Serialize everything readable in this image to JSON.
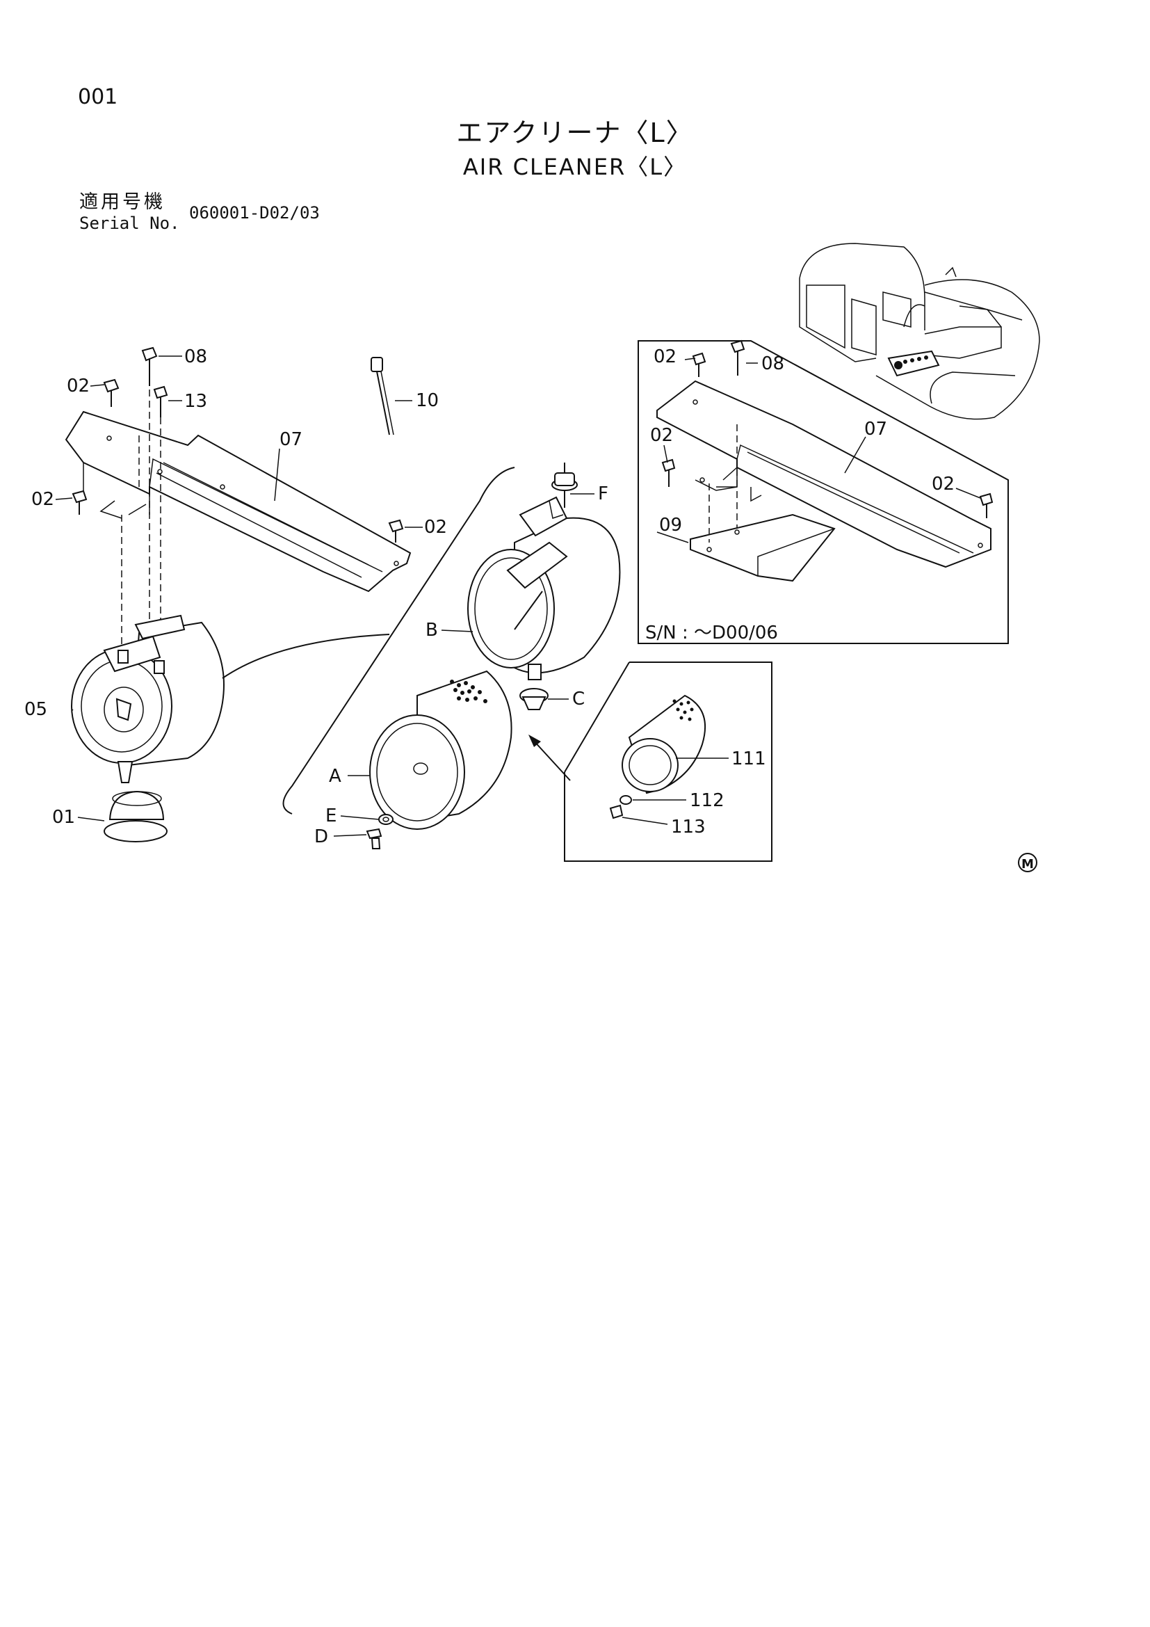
{
  "page_number": "001",
  "title_jp": "エアクリーナ〈L〉",
  "title_en": "AIR CLEANER〈L〉",
  "serial": {
    "label_jp": "適用号機",
    "label_en": "Serial No.",
    "value": "060001-D02/03"
  },
  "inset": {
    "serial_note": "S/N : ～D00/06"
  },
  "mark": "M",
  "labels": {
    "p01": "01",
    "p02": "02",
    "p05": "05",
    "p07": "07",
    "p08": "08",
    "p09": "09",
    "p10": "10",
    "p13": "13",
    "p111": "111",
    "p112": "112",
    "p113": "113",
    "A": "A",
    "B": "B",
    "C": "C",
    "D": "D",
    "E": "E",
    "F": "F"
  }
}
